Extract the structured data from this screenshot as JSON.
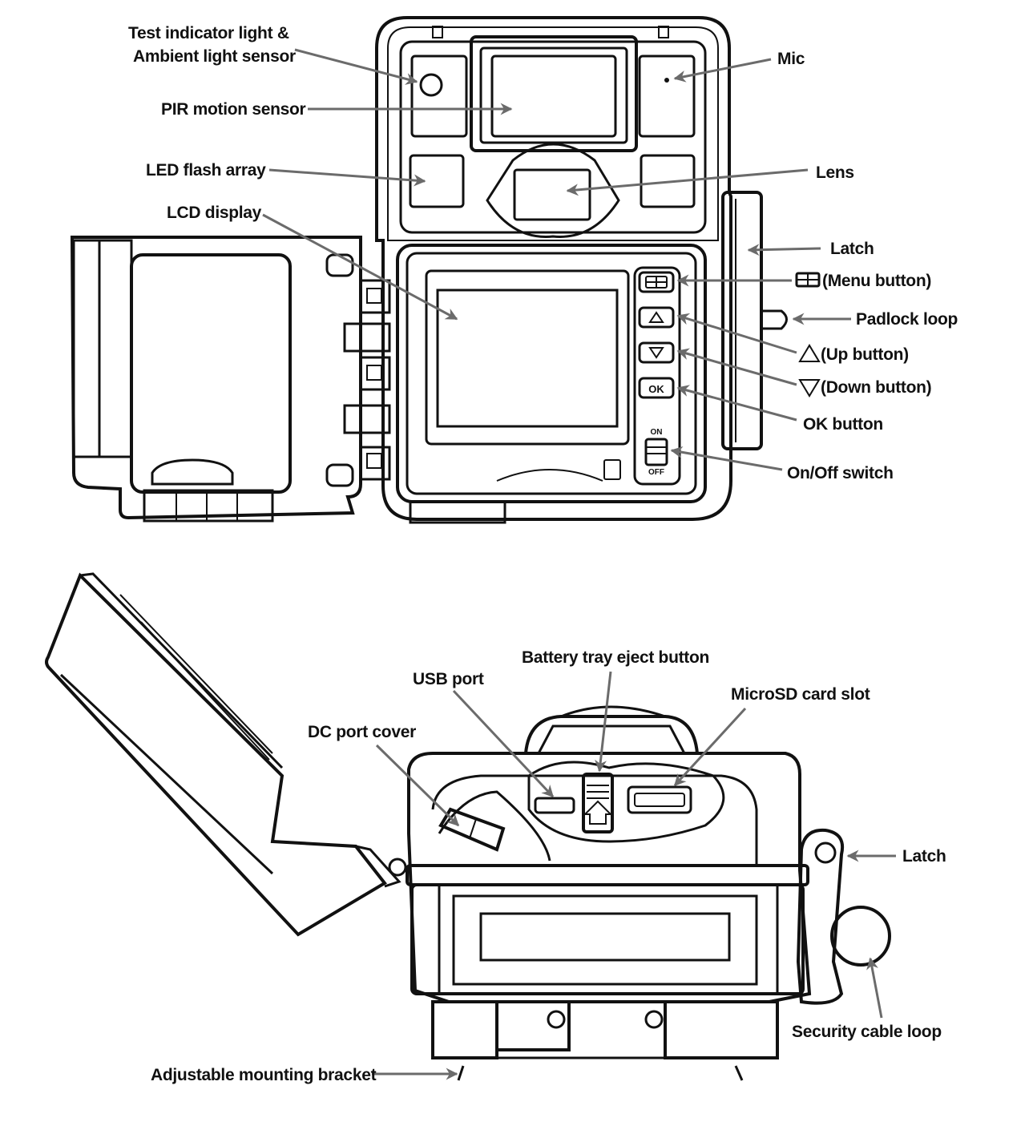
{
  "top_view": {
    "labels": {
      "test_indicator_line1": "Test indicator light &",
      "test_indicator_line2": "Ambient light sensor",
      "pir": "PIR motion sensor",
      "led": "LED flash array",
      "lcd": "LCD display",
      "mic": "Mic",
      "lens": "Lens",
      "latch": "Latch",
      "menu": "(Menu button)",
      "padlock": "Padlock loop",
      "up": "(Up button)",
      "down": "(Down button)",
      "ok": "OK button",
      "onoff": "On/Off switch"
    },
    "device_marks": {
      "ok_key": "OK",
      "switch_on": "ON",
      "switch_off": "OFF"
    }
  },
  "bottom_view": {
    "labels": {
      "battery_eject": "Battery tray eject button",
      "usb": "USB port",
      "microsd": "MicroSD card slot",
      "dc_cover": "DC port cover",
      "latch": "Latch",
      "security_loop": "Security cable loop",
      "bracket": "Adjustable mounting bracket"
    }
  },
  "colors": {
    "line_art": "#111111",
    "callout_arrow": "#6b6b6b",
    "background": "#ffffff"
  },
  "icons": [
    "menu-grid-icon",
    "up-triangle-icon",
    "down-triangle-icon"
  ]
}
